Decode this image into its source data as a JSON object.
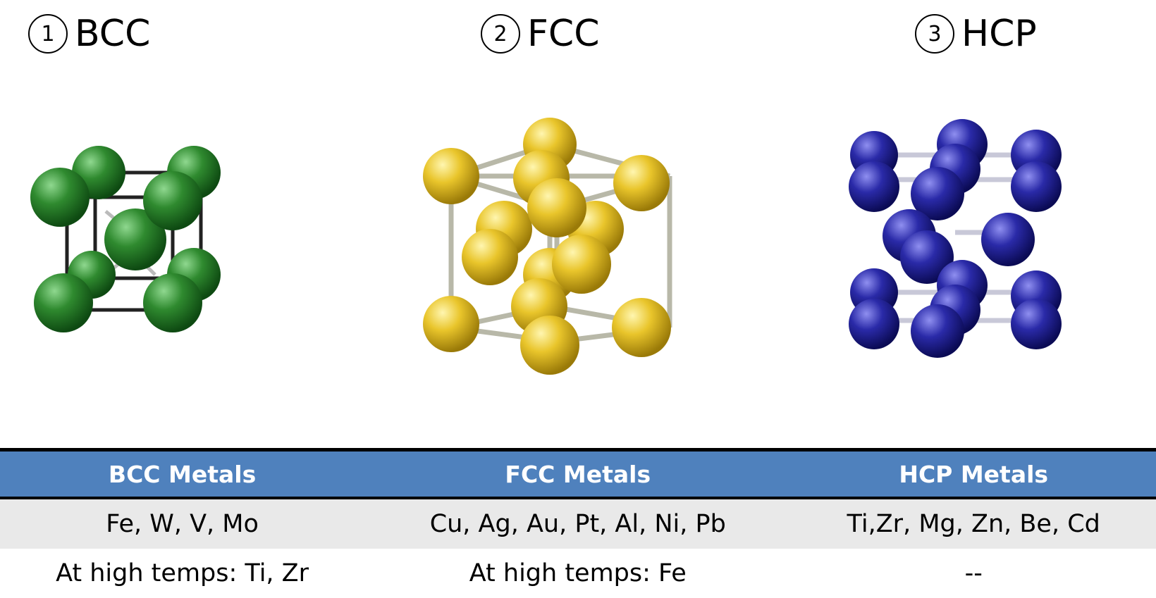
{
  "structures": [
    {
      "number": "1",
      "name": "BCC",
      "color": "#2f7a2f"
    },
    {
      "number": "2",
      "name": "FCC",
      "color": "#e6c22a"
    },
    {
      "number": "3",
      "name": "HCP",
      "color": "#25239a"
    }
  ],
  "table": {
    "headers": [
      "BCC Metals",
      "FCC Metals",
      "HCP Metals"
    ],
    "rows": [
      [
        "Fe, W, V, Mo",
        "Cu, Ag, Au, Pt, Al, Ni, Pb",
        "Ti,Zr, Mg, Zn, Be, Cd"
      ],
      [
        "At high temps: Ti, Zr",
        "At high temps: Fe",
        "--"
      ]
    ],
    "header_color": "#4f81bd"
  }
}
